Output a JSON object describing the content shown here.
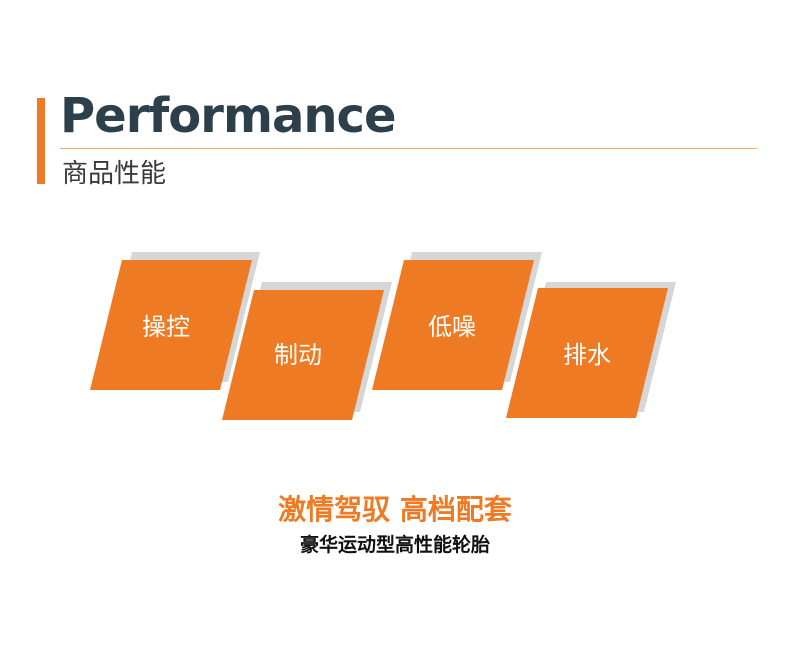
{
  "header": {
    "title": "Performance",
    "subtitle": "商品性能"
  },
  "features": [
    {
      "label": "操控"
    },
    {
      "label": "制动"
    },
    {
      "label": "低噪"
    },
    {
      "label": "排水"
    }
  ],
  "footer": {
    "slogan": "激情驾驭 高档配套",
    "tagline": "豪华运动型高性能轮胎"
  },
  "colors": {
    "accent": "#ee7a24",
    "title": "#2d3f4a",
    "shadow": "#d6d6d6"
  }
}
